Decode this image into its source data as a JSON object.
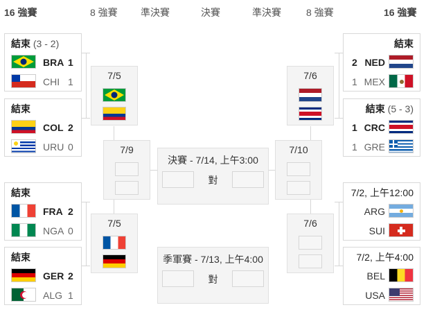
{
  "headers": {
    "r16_left": "16 強賽",
    "qf_left": "8 強賽",
    "sf_left": "準決賽",
    "final": "決賽",
    "sf_right": "準決賽",
    "qf_right": "8 強賽",
    "r16_right": "16 強賽"
  },
  "left": {
    "m1": {
      "status": "結束",
      "agg": "(3 - 2)",
      "team1": {
        "code": "BRA",
        "score": "1",
        "flag": "brazil-flag"
      },
      "team2": {
        "code": "CHI",
        "score": "1",
        "flag": "chile-flag"
      }
    },
    "m2": {
      "status": "結束",
      "team1": {
        "code": "COL",
        "score": "2",
        "flag": "colombia-flag"
      },
      "team2": {
        "code": "URU",
        "score": "0",
        "flag": "uruguay-flag"
      }
    },
    "m3": {
      "status": "結束",
      "team1": {
        "code": "FRA",
        "score": "2",
        "flag": "france-flag"
      },
      "team2": {
        "code": "NGA",
        "score": "0",
        "flag": "nigeria-flag"
      }
    },
    "m4": {
      "status": "結束",
      "team1": {
        "code": "GER",
        "score": "2",
        "flag": "germany-flag"
      },
      "team2": {
        "code": "ALG",
        "score": "1",
        "flag": "algeria-flag"
      }
    },
    "qf1": {
      "date": "7/5"
    },
    "qf2": {
      "date": "7/5"
    },
    "sf": {
      "date": "7/9"
    }
  },
  "right": {
    "m1": {
      "status": "結束",
      "team1": {
        "code": "NED",
        "score": "2",
        "flag": "netherlands-flag"
      },
      "team2": {
        "code": "MEX",
        "score": "1",
        "flag": "mexico-flag"
      }
    },
    "m2": {
      "status": "結束",
      "agg": "(5 - 3)",
      "team1": {
        "code": "CRC",
        "score": "1",
        "flag": "costa-rica-flag"
      },
      "team2": {
        "code": "GRE",
        "score": "1",
        "flag": "greece-flag"
      }
    },
    "m3": {
      "when": "7/2, 上午12:00",
      "team1": {
        "code": "ARG",
        "flag": "argentina-flag"
      },
      "team2": {
        "code": "SUI",
        "flag": "switzerland-flag"
      }
    },
    "m4": {
      "when": "7/2, 上午4:00",
      "team1": {
        "code": "BEL",
        "flag": "belgium-flag"
      },
      "team2": {
        "code": "USA",
        "flag": "usa-flag"
      }
    },
    "qf1": {
      "date": "7/6"
    },
    "qf2": {
      "date": "7/6"
    },
    "sf": {
      "date": "7/10"
    }
  },
  "final": {
    "title": "決賽 - 7/14, 上午3:00",
    "vs": "對"
  },
  "third": {
    "title": "季軍賽 - 7/13, 上午4:00",
    "vs": "對"
  }
}
